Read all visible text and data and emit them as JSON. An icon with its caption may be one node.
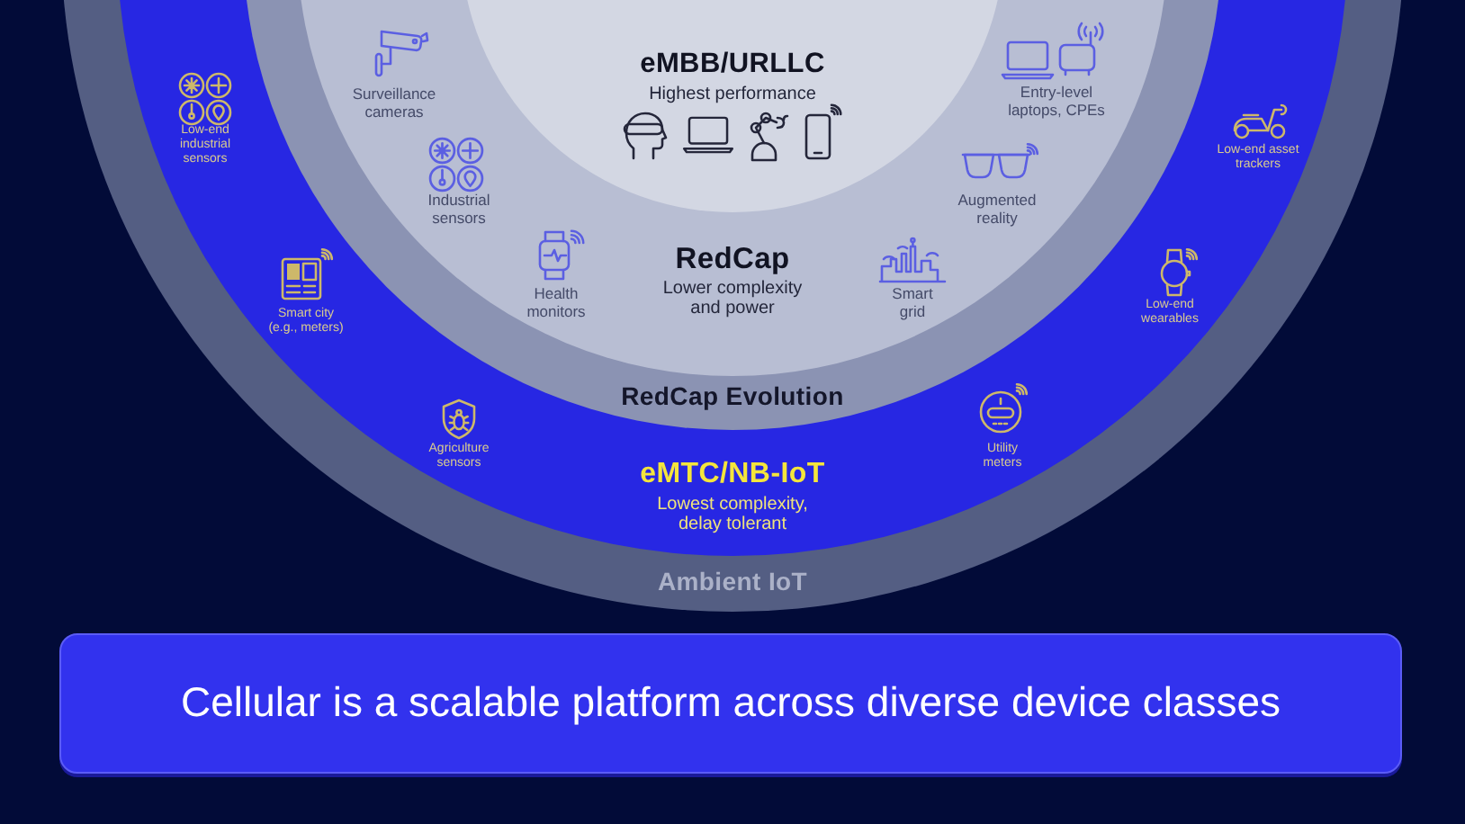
{
  "diagram": {
    "nodes": [
      {
        "text": [
          "Ambient IoT"
        ]
      },
      {
        "text": [
          "eMTC/NB-IoT",
          "Lowest complexity, delay tolerant",
          "Low-end industrial sensors",
          "Low-end asset trackers",
          "Smart city (e.g., meters)",
          "Low-end wearables",
          "Agriculture sensors",
          "Utility meters"
        ],
        "in": 0
      },
      {
        "text": [
          "RedCap Evolution"
        ],
        "in": 1
      },
      {
        "text": [
          "RedCap",
          "Lower complexity and power",
          "Surveillance cameras",
          "Entry-level laptops, CPEs",
          "Industrial sensors",
          "Augmented reality",
          "Health monitors",
          "Smart grid"
        ],
        "in": 2
      },
      {
        "text": [
          "eMBB/URLLC",
          "Highest performance"
        ],
        "in": 3
      },
      {
        "text": [
          "Cellular is a scalable platform across diverse device classes"
        ]
      }
    ]
  }
}
